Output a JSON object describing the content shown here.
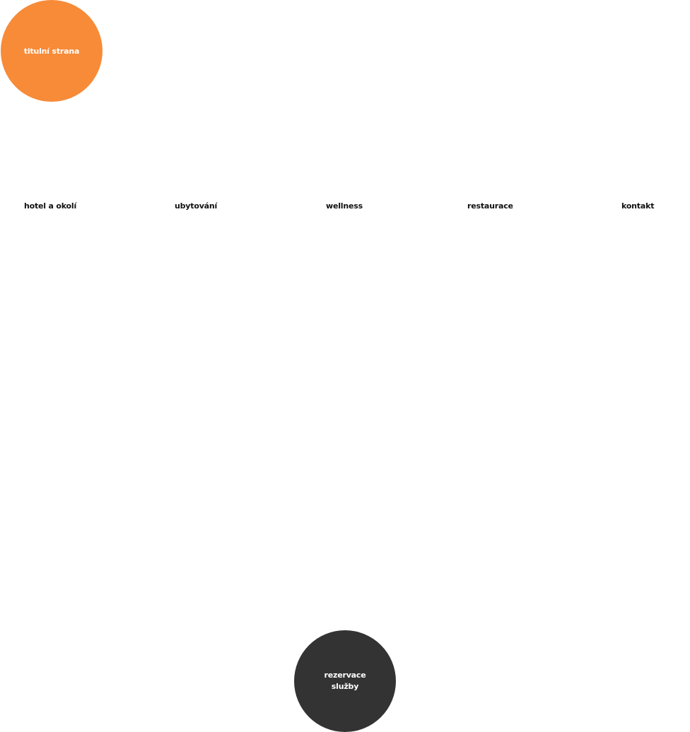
{
  "home": {
    "label": "titulní strana",
    "color": "#f78b38"
  },
  "nav": {
    "items": [
      {
        "label": "hotel a okolí"
      },
      {
        "label": "ubytování"
      },
      {
        "label": "wellness"
      },
      {
        "label": "restaurace"
      },
      {
        "label": "kontakt"
      }
    ]
  },
  "reservation": {
    "line1": "rezervace",
    "line2": "služby",
    "color": "#333333"
  }
}
